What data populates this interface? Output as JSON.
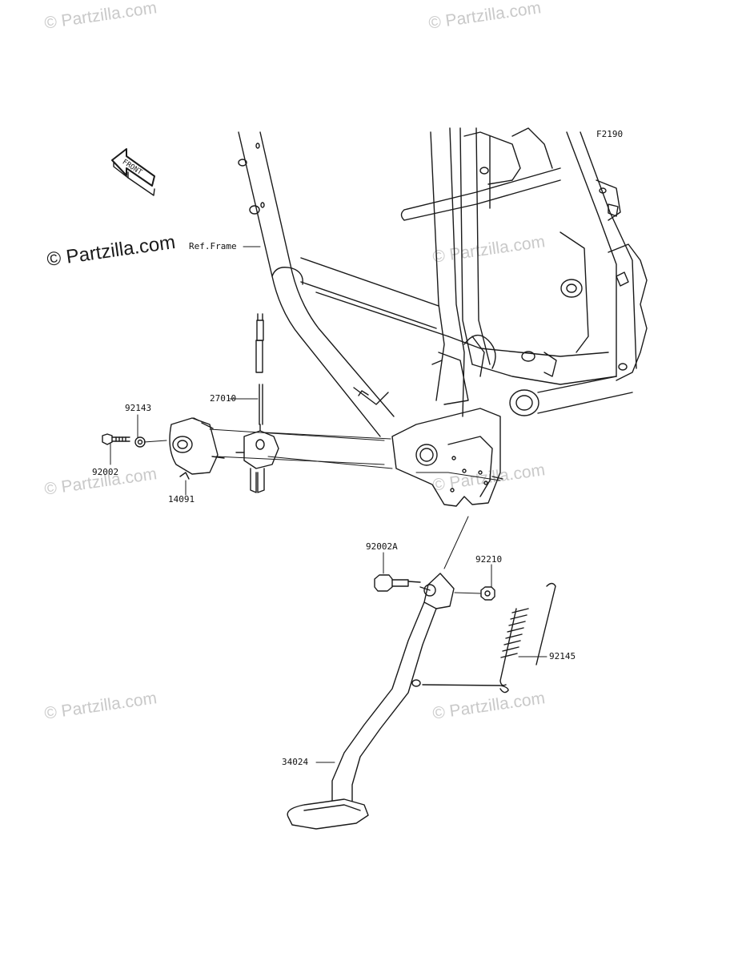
{
  "diagram": {
    "code": "F2190",
    "front_label": "FRONT",
    "ref_label": "Ref.Frame",
    "parts": {
      "p27010": "27010",
      "p92143": "92143",
      "p92002": "92002",
      "p14091": "14091",
      "p92002A": "92002A",
      "p92210": "92210",
      "p92145": "92145",
      "p34024": "34024"
    }
  },
  "watermark": {
    "text": "© Partzilla.com"
  },
  "colors": {
    "line": "#1a1a1a",
    "watermark": "#c9c9c9"
  }
}
